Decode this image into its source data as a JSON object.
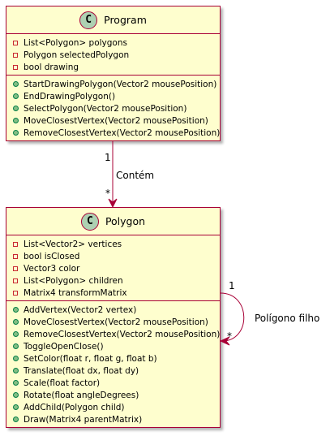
{
  "classes": {
    "program": {
      "badge": "C",
      "name": "Program",
      "attributes": [
        "List<Polygon> polygons",
        "Polygon selectedPolygon",
        "bool drawing"
      ],
      "methods": [
        "StartDrawingPolygon(Vector2 mousePosition)",
        "EndDrawingPolygon()",
        "SelectPolygon(Vector2 mousePosition)",
        "MoveClosestVertex(Vector2 mousePosition)",
        "RemoveClosestVertex(Vector2 mousePosition)"
      ]
    },
    "polygon": {
      "badge": "C",
      "name": "Polygon",
      "attributes": [
        "List<Vector2> vertices",
        "bool isClosed",
        "Vector3 color",
        "List<Polygon> children",
        "Matrix4 transformMatrix"
      ],
      "methods": [
        "AddVertex(Vector2 vertex)",
        "MoveClosestVertex(Vector2 mousePosition)",
        "RemoveClosestVertex(Vector2 mousePosition)",
        "ToggleOpenClose()",
        "SetColor(float r, float g, float b)",
        "Translate(float dx, float dy)",
        "Scale(float factor)",
        "Rotate(float angleDegrees)",
        "AddChild(Polygon child)",
        "Draw(Matrix4 parentMatrix)"
      ]
    }
  },
  "relations": {
    "contains": {
      "label": "Contém",
      "source_mult": "1",
      "target_mult": "*"
    },
    "child": {
      "label": "Polígono filho",
      "source_mult": "1",
      "target_mult": "*"
    }
  },
  "colors": {
    "class_fill": "#fefece",
    "class_border": "#a80036",
    "badge_fill": "#add1b2",
    "public_fill": "#84be84",
    "private_border": "#c82930"
  }
}
